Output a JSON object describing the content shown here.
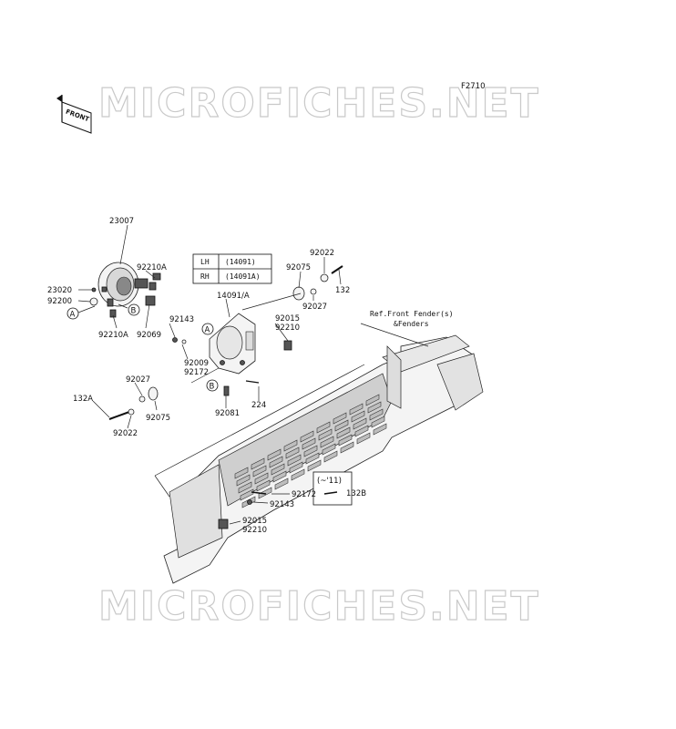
{
  "diagram_code": "F2710",
  "front_badge": "FRONT",
  "watermark": "MICROFICHES.NET",
  "ref_note": [
    "Ref.Front Fender(s)",
    "&Fenders"
  ],
  "side_table": {
    "rows": [
      {
        "side": "LH",
        "part": "(14091)"
      },
      {
        "side": "RH",
        "part": "(14091A)"
      }
    ]
  },
  "year_note": "(~'11)",
  "callout_a": "A",
  "callout_b": "B",
  "labels": {
    "l23007": "23007",
    "l92210A_top": "92210A",
    "l23020": "23020",
    "l92200": "92200",
    "l92210A_bot": "92210A",
    "l92069": "92069",
    "l92143_a": "92143",
    "l92009": "92009",
    "l92172_a": "92172",
    "l92027_a": "92027",
    "l132A": "132A",
    "l92022_a": "92022",
    "l92075_a": "92075",
    "l92081": "92081",
    "l224": "224",
    "l14091A": "14091/A",
    "l92022_b": "92022",
    "l92075_b": "92075",
    "l132": "132",
    "l92027_b": "92027",
    "l92015_a": "92015",
    "l92210_a": "92210",
    "l92172_b": "92172",
    "l92143_b": "92143",
    "l132B": "132B",
    "l92015_b": "92015",
    "l92210_b": "92210"
  }
}
